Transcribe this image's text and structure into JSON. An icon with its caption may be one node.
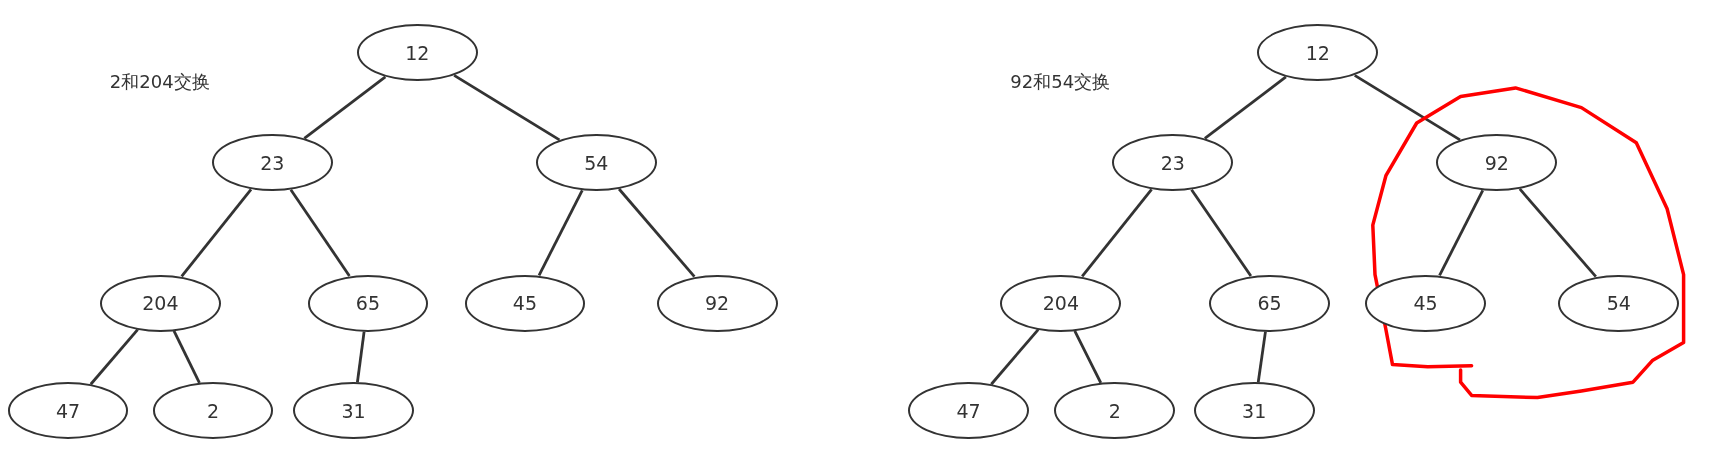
{
  "diagram": {
    "nodes": [
      {
        "text": [
          "12"
        ]
      },
      {
        "text": [
          "23"
        ]
      },
      {
        "text": [
          "54"
        ]
      },
      {
        "text": [
          "204"
        ]
      },
      {
        "text": [
          "65"
        ]
      },
      {
        "text": [
          "45"
        ]
      },
      {
        "text": [
          "92"
        ]
      },
      {
        "text": [
          "47"
        ]
      },
      {
        "text": [
          "2"
        ]
      },
      {
        "text": [
          "31"
        ]
      },
      {
        "text": [
          "12"
        ]
      },
      {
        "text": [
          "23"
        ]
      },
      {
        "text": [
          "92"
        ]
      },
      {
        "text": [
          "204"
        ]
      },
      {
        "text": [
          "65"
        ]
      },
      {
        "text": [
          "45"
        ]
      },
      {
        "text": [
          "54"
        ]
      },
      {
        "text": [
          "47"
        ]
      },
      {
        "text": [
          "2"
        ]
      },
      {
        "text": [
          "31"
        ]
      }
    ],
    "edges": [
      {
        "from": 0,
        "to": 1,
        "arrow": "none"
      },
      {
        "from": 0,
        "to": 2,
        "arrow": "none"
      },
      {
        "from": 1,
        "to": 3,
        "arrow": "none"
      },
      {
        "from": 1,
        "to": 4,
        "arrow": "none"
      },
      {
        "from": 2,
        "to": 5,
        "arrow": "none"
      },
      {
        "from": 2,
        "to": 6,
        "arrow": "none"
      },
      {
        "from": 3,
        "to": 7,
        "arrow": "none"
      },
      {
        "from": 3,
        "to": 8,
        "arrow": "none"
      },
      {
        "from": 4,
        "to": 9,
        "arrow": "none"
      },
      {
        "from": 10,
        "to": 11,
        "arrow": "none"
      },
      {
        "from": 10,
        "to": 12,
        "arrow": "none"
      },
      {
        "from": 11,
        "to": 13,
        "arrow": "none"
      },
      {
        "from": 11,
        "to": 14,
        "arrow": "none"
      },
      {
        "from": 12,
        "to": 15,
        "arrow": "none"
      },
      {
        "from": 12,
        "to": 16,
        "arrow": "none"
      },
      {
        "from": 13,
        "to": 17,
        "arrow": "none"
      },
      {
        "from": 13,
        "to": 18,
        "arrow": "none"
      },
      {
        "from": 14,
        "to": 19,
        "arrow": "none"
      }
    ],
    "labels": [
      "2和204交换",
      "92和54交换"
    ]
  }
}
